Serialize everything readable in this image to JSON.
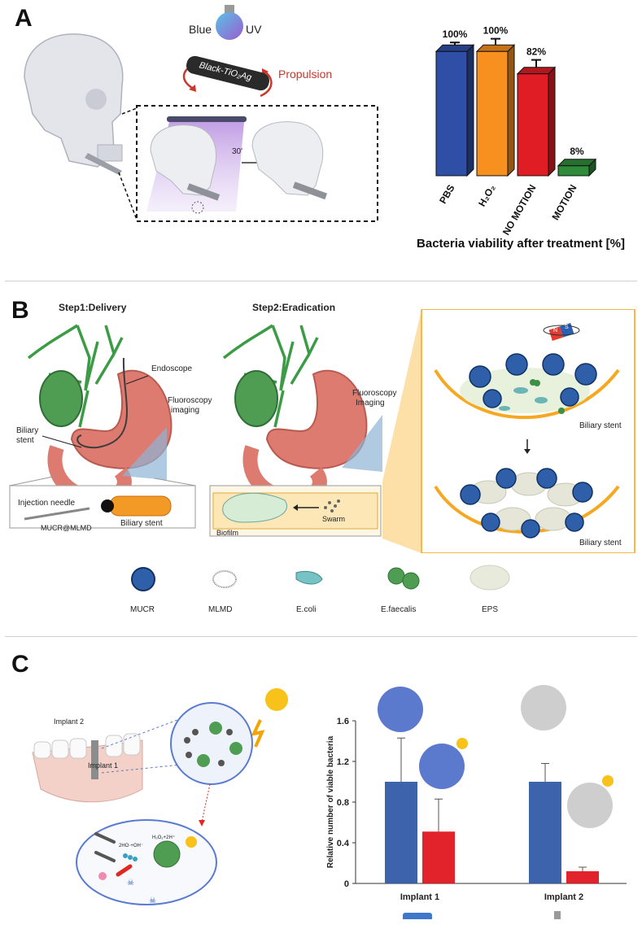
{
  "panels": {
    "a": {
      "letter": "A",
      "light_labels": [
        "Blue",
        "UV"
      ],
      "motor_label": "Black-TiO₂Ag",
      "propulsion": "Propulsion",
      "time": "30'",
      "chart_data": {
        "type": "bar",
        "categories": [
          "PBS",
          "H₂O₂",
          "NO MOTION",
          "MOTION"
        ],
        "values": [
          100,
          100,
          82,
          8
        ],
        "data_labels": [
          "100%",
          "100%",
          "82%",
          "8%"
        ],
        "colors": [
          "#2f4fa7",
          "#f7901e",
          "#e01d25",
          "#2f8b3a"
        ],
        "error": [
          2,
          5,
          6,
          0
        ],
        "xlabel": "Bacteria viability after treatment [%]",
        "ylim": [
          0,
          110
        ]
      }
    },
    "b": {
      "letter": "B",
      "step1": "Step1:Delivery",
      "step2": "Step2:Eradication",
      "endoscope": "Endoscope",
      "fluoro1": [
        "Fluoroscopy",
        "imaging"
      ],
      "fluoro2": [
        "Fluoroscopy",
        "Imaging"
      ],
      "biliary_stent_label": [
        "Biliary",
        "stent"
      ],
      "injection_needle": "Injection needle",
      "mucr_mlmd": "MUCR@MLMD",
      "biliary_stent": "Biliary stent",
      "biofilm": "Biofilm",
      "swarm": "Swarm",
      "stent_top": "Biliary stent",
      "stent_bottom": "Biliary stent",
      "magnet_n": "N",
      "magnet_s": "S",
      "legend": [
        "MUCR",
        "MLMD",
        "E.coli",
        "E.faecalis",
        "EPS"
      ]
    },
    "c": {
      "letter": "C",
      "implant2": "Implant 2",
      "implant1": "Implant 1",
      "reaction": "H₂O₂+2H⁺",
      "oh": "2HO·+OH⁻",
      "chart_data": {
        "type": "bar",
        "categories": [
          "Implant 1",
          "Implant 2"
        ],
        "series": [
          {
            "values": [
              1.0,
              1.0
            ],
            "error": [
              0.43,
              0.18
            ],
            "color": "#2c56a6"
          },
          {
            "values": [
              0.51,
              0.12
            ],
            "error": [
              0.32,
              0.04
            ],
            "color": "#e0101a"
          }
        ],
        "ylabel": "Relative number of viable bacteria",
        "ylim": [
          0,
          1.6
        ],
        "yticks": [
          "0",
          "0.4",
          "0.8",
          "1.2",
          "1.6"
        ]
      }
    }
  }
}
